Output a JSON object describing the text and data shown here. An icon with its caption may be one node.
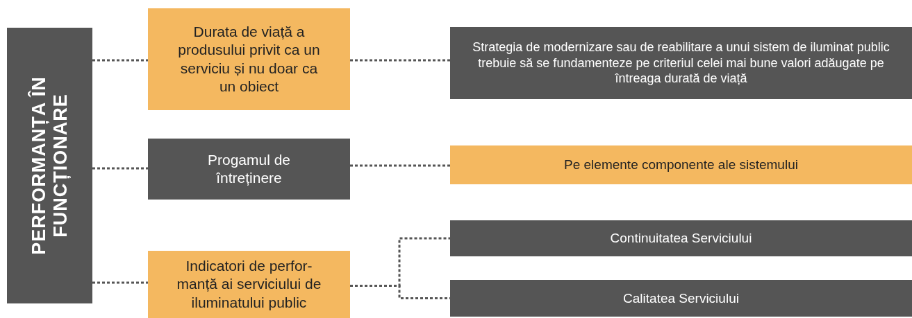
{
  "diagram": {
    "nodes": [
      {
        "text": [
          "PERFORMANȚA ÎN FUNCȚIONARE"
        ]
      },
      {
        "text": [
          "Durata de viață a produsului privit ca un serviciu și nu doar ca un obiect"
        ]
      },
      {
        "text": [
          "Progamul de întreținere"
        ]
      },
      {
        "text": [
          "Indicatori de perfor- manță ai serviciului de iluminatului public"
        ]
      },
      {
        "text": [
          "Strategia de modernizare sau de reabilitare a unui sistem de iluminat public trebuie să se fundamenteze pe criteriul celei mai bune valori adăugate pe întreaga durată de viață"
        ]
      },
      {
        "text": [
          "Pe elemente componente ale sistemului"
        ]
      },
      {
        "text": [
          "Continuitatea Serviciului"
        ]
      },
      {
        "text": [
          "Calitatea Serviciului"
        ]
      }
    ],
    "edges": [
      {
        "from": 0,
        "to": 1,
        "arrow": "none",
        "style": "dashed"
      },
      {
        "from": 0,
        "to": 2,
        "arrow": "none",
        "style": "dashed"
      },
      {
        "from": 0,
        "to": 3,
        "arrow": "none",
        "style": "dashed"
      },
      {
        "from": 1,
        "to": 4,
        "arrow": "none",
        "style": "dashed"
      },
      {
        "from": 2,
        "to": 5,
        "arrow": "none",
        "style": "dashed"
      },
      {
        "from": 3,
        "to": 6,
        "arrow": "none",
        "style": "dashed"
      },
      {
        "from": 3,
        "to": 7,
        "arrow": "none",
        "style": "dashed"
      }
    ]
  }
}
